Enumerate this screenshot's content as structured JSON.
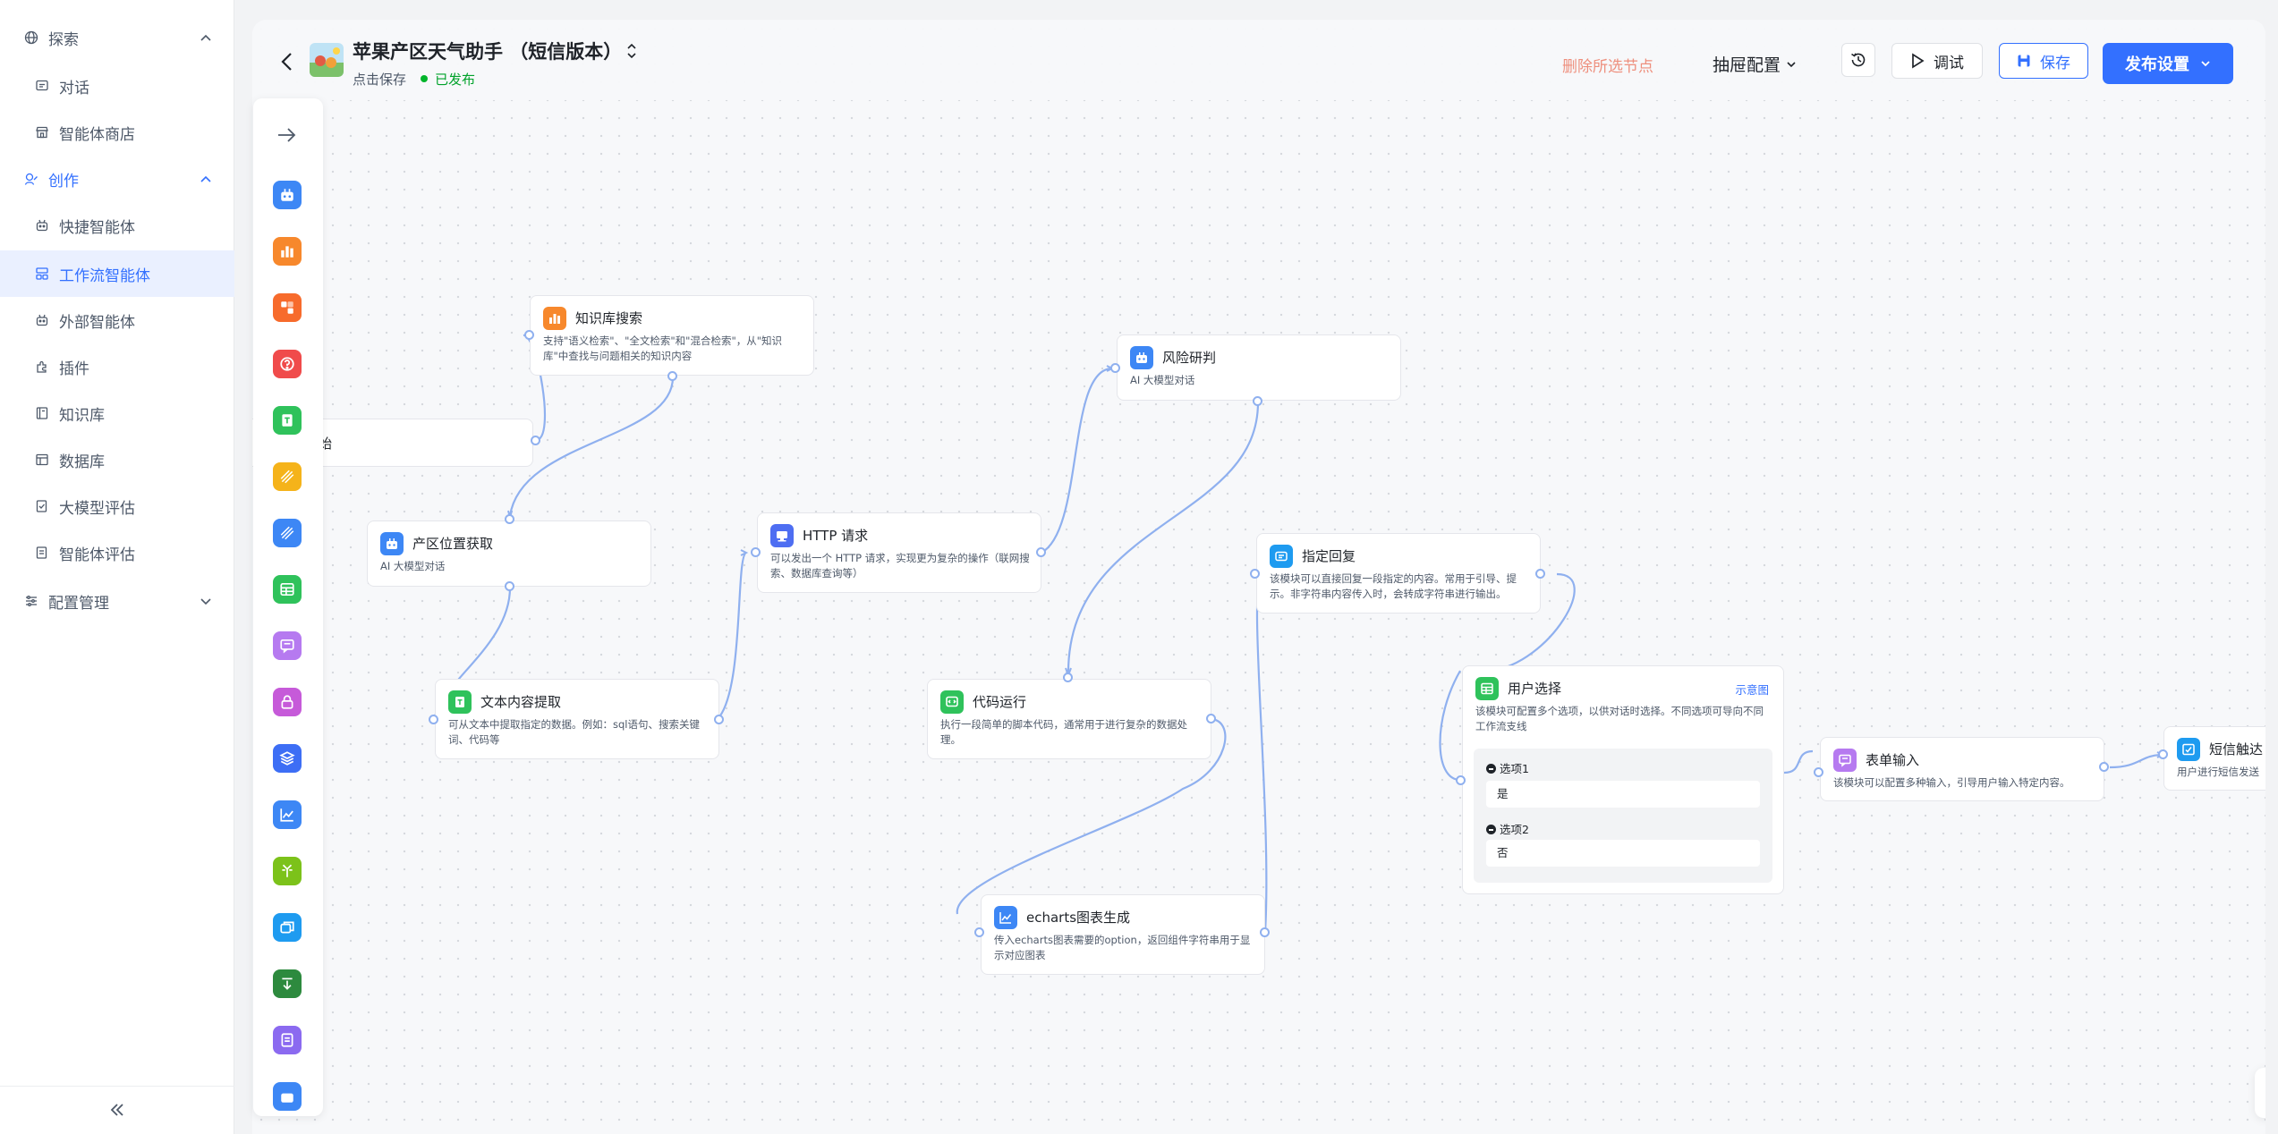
{
  "sidebar": {
    "explore": "探索",
    "dialog": "对话",
    "agent_store": "智能体商店",
    "create": "创作",
    "quick_agent": "快捷智能体",
    "workflow_agent": "工作流智能体",
    "external_agent": "外部智能体",
    "plugins": "插件",
    "knowledge_base": "知识库",
    "database": "数据库",
    "model_eval": "大模型评估",
    "agent_eval": "智能体评估",
    "config_mgmt": "配置管理"
  },
  "header": {
    "title": "苹果产区天气助手 （短信版本）",
    "save_hint": "点击保存",
    "status": "已发布",
    "delete_selected": "删除所选节点",
    "drawer_config": "抽屉配置",
    "debug": "调试",
    "save": "保存",
    "publish_settings": "发布设置"
  },
  "colors": {
    "accent": "#3370ff",
    "published": "#00b42a",
    "danger_text": "#ee8f7d",
    "edge": "#8fb0ef"
  },
  "toolbox_icons": [
    "robot-icon",
    "bar-chart-icon",
    "puzzle-icon",
    "question-icon",
    "doc-icon",
    "stripes-icon",
    "stripes-blue-icon",
    "table-icon",
    "message-icon",
    "lock-icon",
    "layers-icon",
    "line-chart-icon",
    "branch-icon",
    "window-icon",
    "download-icon",
    "list-icon",
    "more-icon"
  ],
  "nodes": {
    "start": {
      "title": "开始"
    },
    "kb_search": {
      "title": "知识库搜索",
      "desc": "支持\"语义检索\"、\"全文检索\"和\"混合检索\"，从\"知识库\"中查找与问题相关的知识内容"
    },
    "location": {
      "title": "产区位置获取",
      "desc": "AI 大模型对话"
    },
    "text_extract": {
      "title": "文本内容提取",
      "desc": "可从文本中提取指定的数据。例如：sql语句、搜索关键词、代码等"
    },
    "http": {
      "title": "HTTP 请求",
      "desc": "可以发出一个 HTTP 请求，实现更为复杂的操作（联网搜索、数据库查询等）"
    },
    "risk": {
      "title": "风险研判",
      "desc": "AI 大模型对话"
    },
    "code": {
      "title": "代码运行",
      "desc": "执行一段简单的脚本代码，通常用于进行复杂的数据处理。"
    },
    "echarts": {
      "title": "echarts图表生成",
      "desc": "传入echarts图表需要的option，返回组件字符串用于显示对应图表"
    },
    "reply": {
      "title": "指定回复",
      "desc": "该模块可以直接回复一段指定的内容。常用于引导、提示。非字符串内容传入时，会转成字符串进行输出。"
    },
    "user_choice": {
      "title": "用户选择",
      "example": "示意图",
      "desc": "该模块可配置多个选项，以供对话时选择。不同选项可导向不同工作流支线",
      "options": [
        {
          "label": "选项1",
          "value": "是"
        },
        {
          "label": "选项2",
          "value": "否"
        }
      ]
    },
    "form": {
      "title": "表单输入",
      "desc": "该模块可以配置多种输入，引导用户输入特定内容。"
    },
    "sms": {
      "title": "短信触达",
      "desc": "用户进行短信发送"
    }
  }
}
